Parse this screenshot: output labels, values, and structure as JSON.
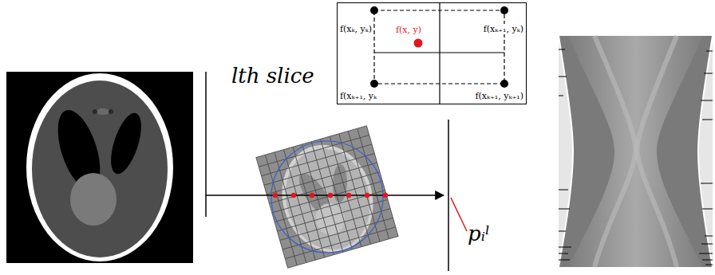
{
  "diagram": {
    "nodes": [
      {
        "text": [
          "f(xₖ, yₖ)",
          "f(x, y)",
          "f(xₖ₊₁, yₖ)",
          "f(xₖ₊₁, yₖ",
          "f(xₖ₊₁, yₖ₊₁)"
        ]
      }
    ],
    "labels": [
      "lth slice",
      "pᵢˡ"
    ]
  }
}
